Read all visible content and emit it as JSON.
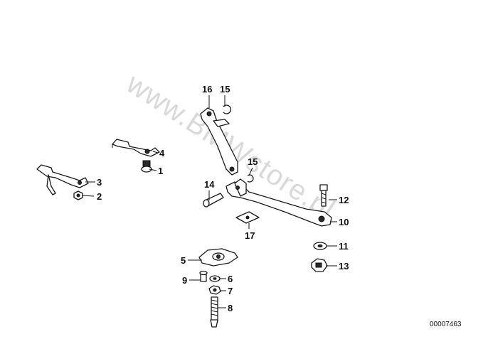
{
  "diagram": {
    "watermark": "www.BMWstore.pl",
    "reference_code": "00007463",
    "part_numbers": [
      "16",
      "15",
      "4",
      "1",
      "3",
      "2",
      "15",
      "14",
      "12",
      "10",
      "17",
      "11",
      "13",
      "5",
      "9",
      "6",
      "7",
      "8"
    ]
  }
}
